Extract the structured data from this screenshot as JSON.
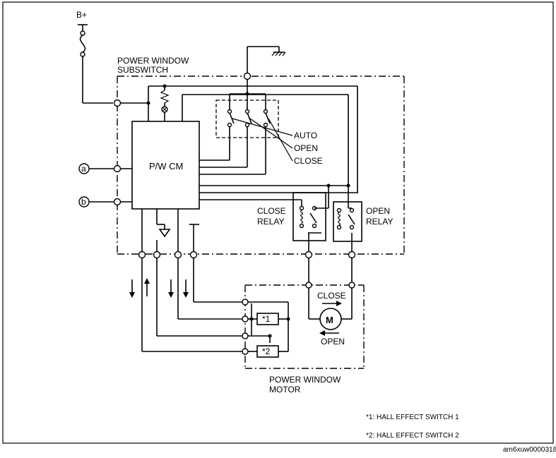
{
  "labels": {
    "b_plus": "B+",
    "subswitch_line1": "POWER WINDOW",
    "subswitch_line2": "SUBSWITCH",
    "auto": "AUTO",
    "open": "OPEN",
    "close": "CLOSE",
    "pwcm": "P/W CM",
    "terminal_a": "a",
    "terminal_b": "b",
    "close_relay_line1": "CLOSE",
    "close_relay_line2": "RELAY",
    "open_relay_line1": "OPEN",
    "open_relay_line2": "RELAY",
    "motor_close": "CLOSE",
    "motor_open": "OPEN",
    "motor_symbol": "M",
    "hall1": "*1",
    "hall2": "*2",
    "motor_title_line1": "POWER WINDOW",
    "motor_title_line2": "MOTOR",
    "note1": "*1: HALL EFFECT SWITCH 1",
    "note2": "*2: HALL EFFECT SWITCH 2",
    "figure_id": "am6xuw0000318"
  }
}
